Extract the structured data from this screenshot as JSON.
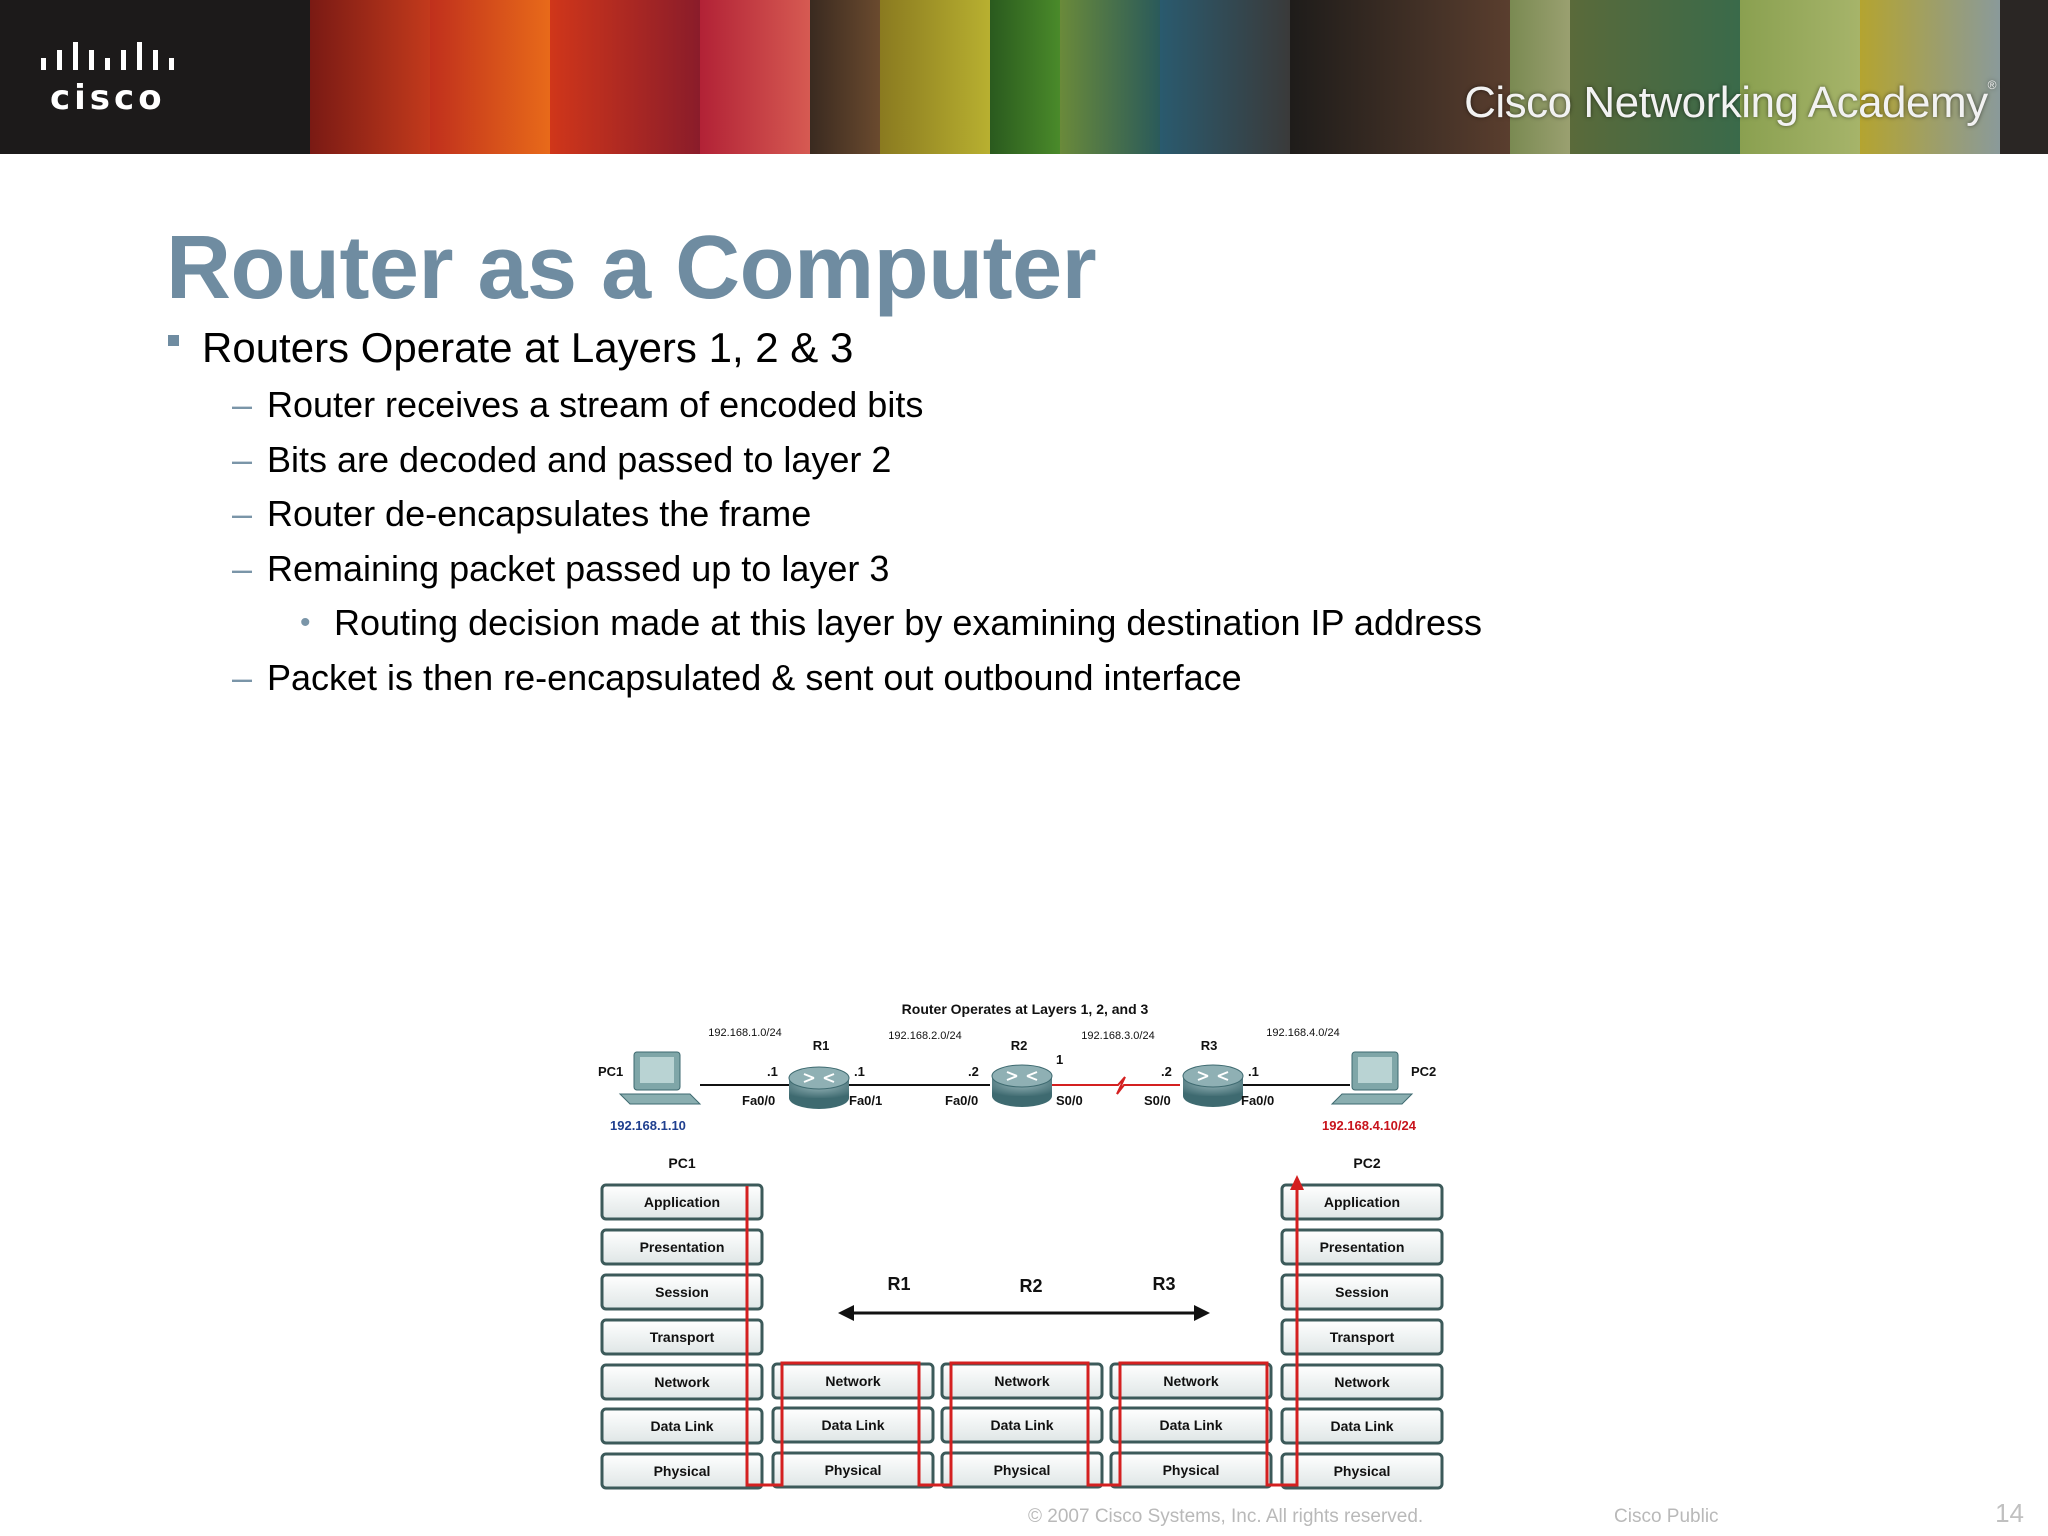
{
  "banner": {
    "logo_text": "cisco",
    "academy": "Cisco Networking Academy",
    "registered": "®"
  },
  "slide": {
    "title": "Router as a Computer",
    "bullets": {
      "main": "Routers Operate at Layers 1, 2 & 3",
      "sub1": "Router receives a stream of encoded bits",
      "sub2": "Bits are decoded and passed to layer 2",
      "sub3": "Router de-encapsulates the frame",
      "sub4": "Remaining packet passed up to layer 3",
      "sub4_detail": "Routing decision made at this layer by examining destination IP address",
      "sub5": "Packet is then re-encapsulated & sent out outbound interface"
    },
    "markers": {
      "square": "▪",
      "dash": "–",
      "dot": "•"
    }
  },
  "diagram": {
    "title": "Router Operates at Layers 1, 2, and 3",
    "hosts": {
      "pc1": "PC1",
      "pc2": "PC2",
      "pc1_ip": "192.168.1.10",
      "pc2_ip": "192.168.4.10/24"
    },
    "routers": {
      "r1": "R1",
      "r2": "R2",
      "r3": "R3"
    },
    "networks": {
      "n1": "192.168.1.0/24",
      "n2": "192.168.2.0/24",
      "n3": "192.168.3.0/24",
      "n4": "192.168.4.0/24"
    },
    "addresses": {
      "r1_left": ".1",
      "r1_right": ".1",
      "r2_left": ".2",
      "r2_right": "1",
      "r3_left": ".2",
      "r3_right": ".1"
    },
    "interfaces": {
      "r1_left": "Fa0/0",
      "r1_right": "Fa0/1",
      "r2_left": "Fa0/0",
      "r2_right": "S0/0",
      "r3_left": "S0/0",
      "r3_right": "Fa0/0"
    },
    "stack_labels": {
      "pc1": "PC1",
      "pc2": "PC2"
    },
    "layers": {
      "l7": "Application",
      "l6": "Presentation",
      "l5": "Session",
      "l4": "Transport",
      "l3": "Network",
      "l2": "Data Link",
      "l1": "Physical"
    },
    "colors": {
      "path": "#d42020",
      "pc1_ip": "#1f3f8f",
      "pc2_ip": "#c8141c",
      "box_border": "#3c5a5a",
      "title": "#6f8ca1"
    }
  },
  "footer": {
    "copyright": "© 2007 Cisco Systems, Inc. All rights reserved.",
    "classification": "Cisco Public",
    "page": "14"
  }
}
